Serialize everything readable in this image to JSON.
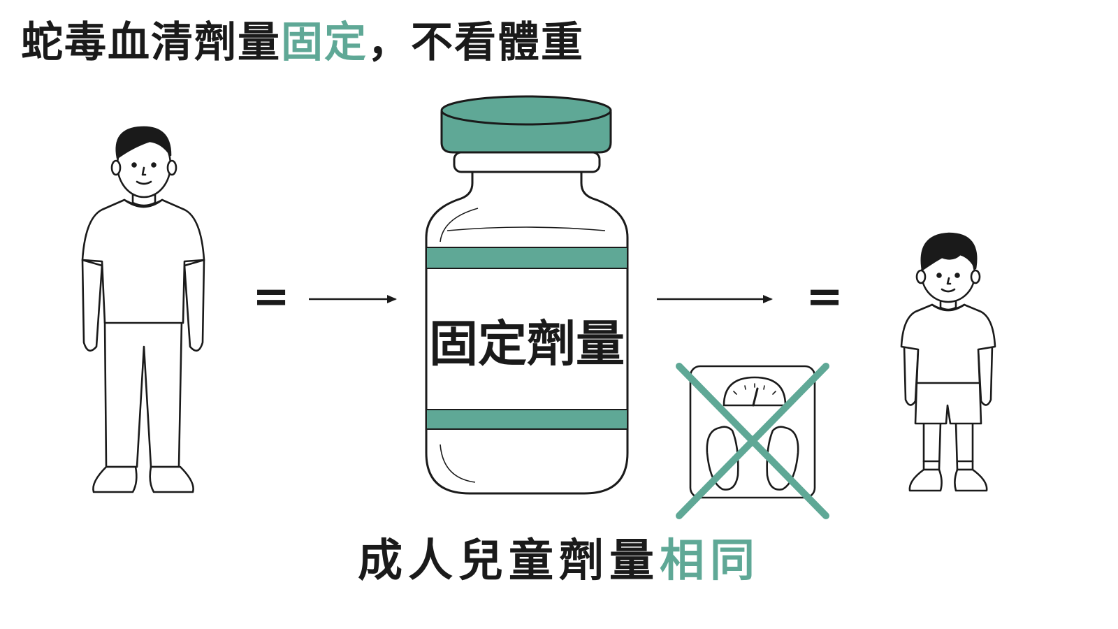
{
  "title": {
    "part1": "蛇毒血清劑量",
    "part2": "固定",
    "part3": "，不看體重"
  },
  "vial_label": "固定劑量",
  "caption": {
    "part1": "成人兒童劑量",
    "part2": "相同"
  },
  "equals_symbol": "=",
  "colors": {
    "accent": "#5fa896",
    "ink": "#1a1a1a",
    "background": "#ffffff"
  },
  "icons": [
    "adult-figure",
    "child-figure",
    "vial-icon",
    "weighing-scale-icon",
    "cross-mark-icon",
    "arrow-right-icon"
  ]
}
